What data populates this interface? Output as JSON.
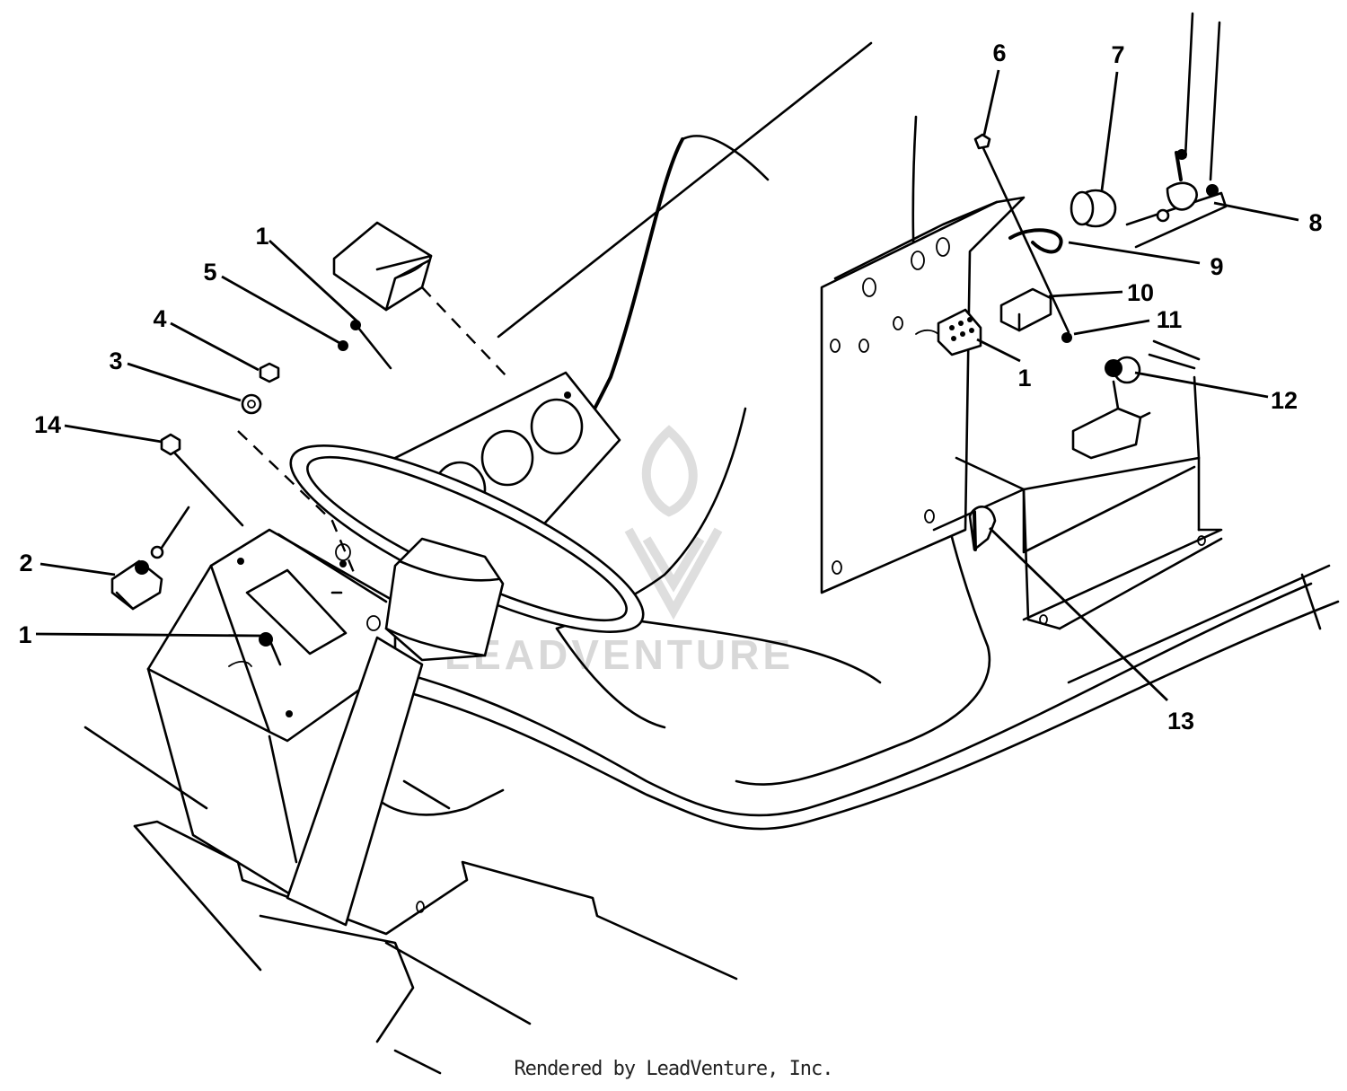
{
  "diagram": {
    "callouts": [
      {
        "id": "c1a",
        "label": "1"
      },
      {
        "id": "c5",
        "label": "5"
      },
      {
        "id": "c4",
        "label": "4"
      },
      {
        "id": "c3",
        "label": "3"
      },
      {
        "id": "c14",
        "label": "14"
      },
      {
        "id": "c2",
        "label": "2"
      },
      {
        "id": "c1b",
        "label": "1"
      },
      {
        "id": "c6",
        "label": "6"
      },
      {
        "id": "c7",
        "label": "7"
      },
      {
        "id": "c8",
        "label": "8"
      },
      {
        "id": "c9",
        "label": "9"
      },
      {
        "id": "c10",
        "label": "10"
      },
      {
        "id": "c11",
        "label": "11"
      },
      {
        "id": "c1c",
        "label": "1"
      },
      {
        "id": "c12",
        "label": "12"
      },
      {
        "id": "c13",
        "label": "13"
      }
    ]
  },
  "watermark": {
    "text": "LEADVENTURE"
  },
  "footer": {
    "credit": "Rendered by LeadVenture, Inc."
  }
}
